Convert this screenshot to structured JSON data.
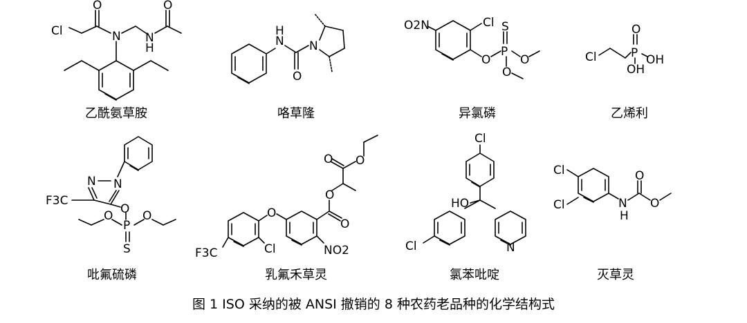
{
  "compounds": [
    {
      "name": "乙酰氨草胺"
    },
    {
      "name": "咯草隆"
    },
    {
      "name": "异氯磷"
    },
    {
      "name": "乙烯利"
    },
    {
      "name": "吡氟硫磷"
    },
    {
      "name": "乳氟禾草灵"
    },
    {
      "name": "氯苯吡啶"
    },
    {
      "name": "灭草灵"
    }
  ],
  "caption": "图 1   ISO 采纳的被 ANSI 撤销的 8 种农药老品种的化学结构式",
  "atoms": {
    "Cl": "Cl",
    "N": "N",
    "H": "H",
    "O": "O",
    "S": "S",
    "P": "P",
    "OH": "OH",
    "HO": "HO",
    "F3C": "F3C",
    "O2N": "O2N",
    "NO2": "NO2"
  }
}
